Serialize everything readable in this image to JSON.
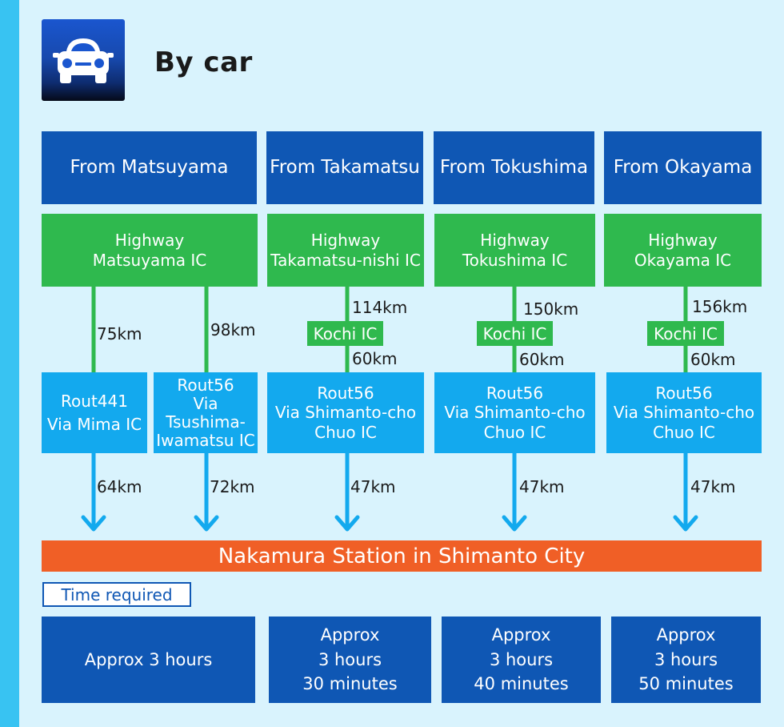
{
  "header": {
    "title": "By car",
    "icon": "car-icon"
  },
  "colors": {
    "origin": "#0f57b4",
    "highway": "#2fb94e",
    "route": "#13a9ee",
    "destination": "#f05f26",
    "accent": "#38c3f2"
  },
  "origins": [
    {
      "label": "From Matsuyama"
    },
    {
      "label": "From Takamatsu"
    },
    {
      "label": "From Tokushima"
    },
    {
      "label": "From Okayama"
    }
  ],
  "highways": [
    {
      "line1": "Highway",
      "line2": "Matsuyama IC"
    },
    {
      "line1": "Highway",
      "line2": "Takamatsu-nishi IC"
    },
    {
      "line1": "Highway",
      "line2": "Tokushima IC"
    },
    {
      "line1": "Highway",
      "line2": "Okayama IC"
    }
  ],
  "highway_to_route": [
    {
      "distance": "75km"
    },
    {
      "distance": "98km"
    }
  ],
  "highway_to_kochi": [
    {
      "distance": "114km"
    },
    {
      "distance": "150km"
    },
    {
      "distance": "156km"
    }
  ],
  "kochi_label": "Kochi IC",
  "kochi_to_route": [
    {
      "distance": "60km"
    },
    {
      "distance": "60km"
    },
    {
      "distance": "60km"
    }
  ],
  "routes": [
    {
      "lines": [
        "Rout441",
        "Via Mima IC"
      ]
    },
    {
      "lines": [
        "Rout56",
        "Via",
        "Tsushima-",
        "Iwamatsu IC"
      ]
    },
    {
      "lines": [
        "Rout56",
        "Via Shimanto-cho",
        "Chuo IC"
      ]
    },
    {
      "lines": [
        "Rout56",
        "Via Shimanto-cho",
        "Chuo IC"
      ]
    },
    {
      "lines": [
        "Rout56",
        "Via Shimanto-cho",
        "Chuo IC"
      ]
    }
  ],
  "route_to_destination": [
    {
      "distance": "64km"
    },
    {
      "distance": "72km"
    },
    {
      "distance": "47km"
    },
    {
      "distance": "47km"
    },
    {
      "distance": "47km"
    }
  ],
  "destination": "Nakamura Station in Shimanto City",
  "time_required_label": "Time required",
  "durations": [
    {
      "lines": [
        "Approx 3 hours"
      ]
    },
    {
      "lines": [
        "Approx",
        "3 hours",
        "30 minutes"
      ]
    },
    {
      "lines": [
        "Approx",
        "3 hours",
        "40 minutes"
      ]
    },
    {
      "lines": [
        "Approx",
        "3 hours",
        "50 minutes"
      ]
    }
  ]
}
